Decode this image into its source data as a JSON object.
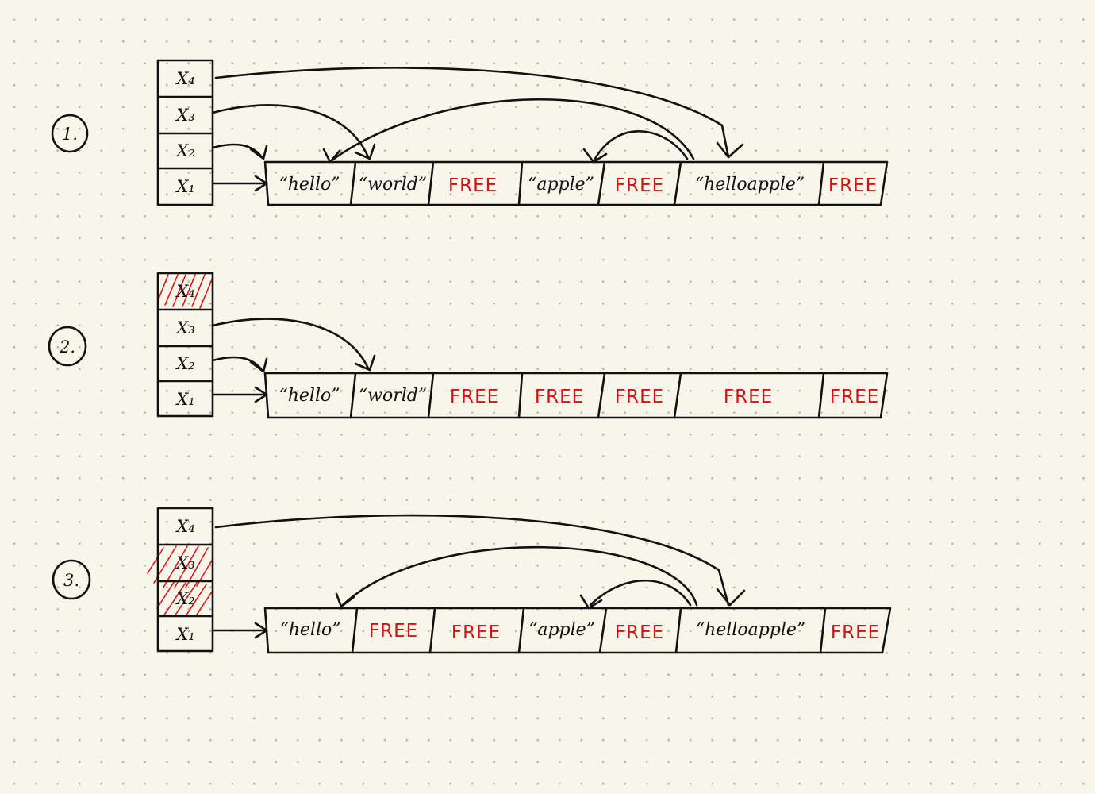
{
  "panels": [
    {
      "number": "1.",
      "variables": [
        {
          "label": "X₄",
          "freed": false
        },
        {
          "label": "X₃",
          "freed": false
        },
        {
          "label": "X₂",
          "freed": false
        },
        {
          "label": "X₁",
          "freed": false
        }
      ],
      "cells": [
        {
          "text": "“hello”",
          "free": false
        },
        {
          "text": "“world”",
          "free": false
        },
        {
          "text": "FREE",
          "free": true
        },
        {
          "text": "“apple”",
          "free": false
        },
        {
          "text": "FREE",
          "free": true
        },
        {
          "text": "“helloapple”",
          "free": false
        },
        {
          "text": "FREE",
          "free": true
        }
      ],
      "pointers": [
        {
          "from": "X₁",
          "to": "“hello”"
        },
        {
          "from": "X₂",
          "to": "“hello”"
        },
        {
          "from": "X₃",
          "to": "“world”"
        },
        {
          "from": "X₄",
          "to": "“helloapple”"
        },
        {
          "from": "“helloapple”",
          "to": "“hello”"
        },
        {
          "from": "“helloapple”",
          "to": "“apple”"
        }
      ]
    },
    {
      "number": "2.",
      "variables": [
        {
          "label": "X₄",
          "freed": true
        },
        {
          "label": "X₃",
          "freed": false
        },
        {
          "label": "X₂",
          "freed": false
        },
        {
          "label": "X₁",
          "freed": false
        }
      ],
      "cells": [
        {
          "text": "“hello”",
          "free": false
        },
        {
          "text": "“world”",
          "free": false
        },
        {
          "text": "FREE",
          "free": true
        },
        {
          "text": "FREE",
          "free": true
        },
        {
          "text": "FREE",
          "free": true
        },
        {
          "text": "FREE",
          "free": true
        },
        {
          "text": "FREE",
          "free": true
        }
      ],
      "pointers": [
        {
          "from": "X₁",
          "to": "“hello”"
        },
        {
          "from": "X₂",
          "to": "“hello”"
        },
        {
          "from": "X₃",
          "to": "“world”"
        }
      ]
    },
    {
      "number": "3.",
      "variables": [
        {
          "label": "X₄",
          "freed": false
        },
        {
          "label": "X₃",
          "freed": true
        },
        {
          "label": "X₂",
          "freed": true
        },
        {
          "label": "X₁",
          "freed": false
        }
      ],
      "cells": [
        {
          "text": "“hello”",
          "free": false
        },
        {
          "text": "FREE",
          "free": true
        },
        {
          "text": "FREE",
          "free": true
        },
        {
          "text": "“apple”",
          "free": false
        },
        {
          "text": "FREE",
          "free": true
        },
        {
          "text": "“helloapple”",
          "free": false
        },
        {
          "text": "FREE",
          "free": true
        }
      ],
      "pointers": [
        {
          "from": "X₁",
          "to": "“hello”"
        },
        {
          "from": "X₄",
          "to": "“helloapple”"
        },
        {
          "from": "“helloapple”",
          "to": "“hello”"
        },
        {
          "from": "“helloapple”",
          "to": "“apple”"
        }
      ]
    }
  ],
  "colors": {
    "ink": "#111111",
    "free": "#d41212",
    "paper": "#f8f6ea"
  }
}
